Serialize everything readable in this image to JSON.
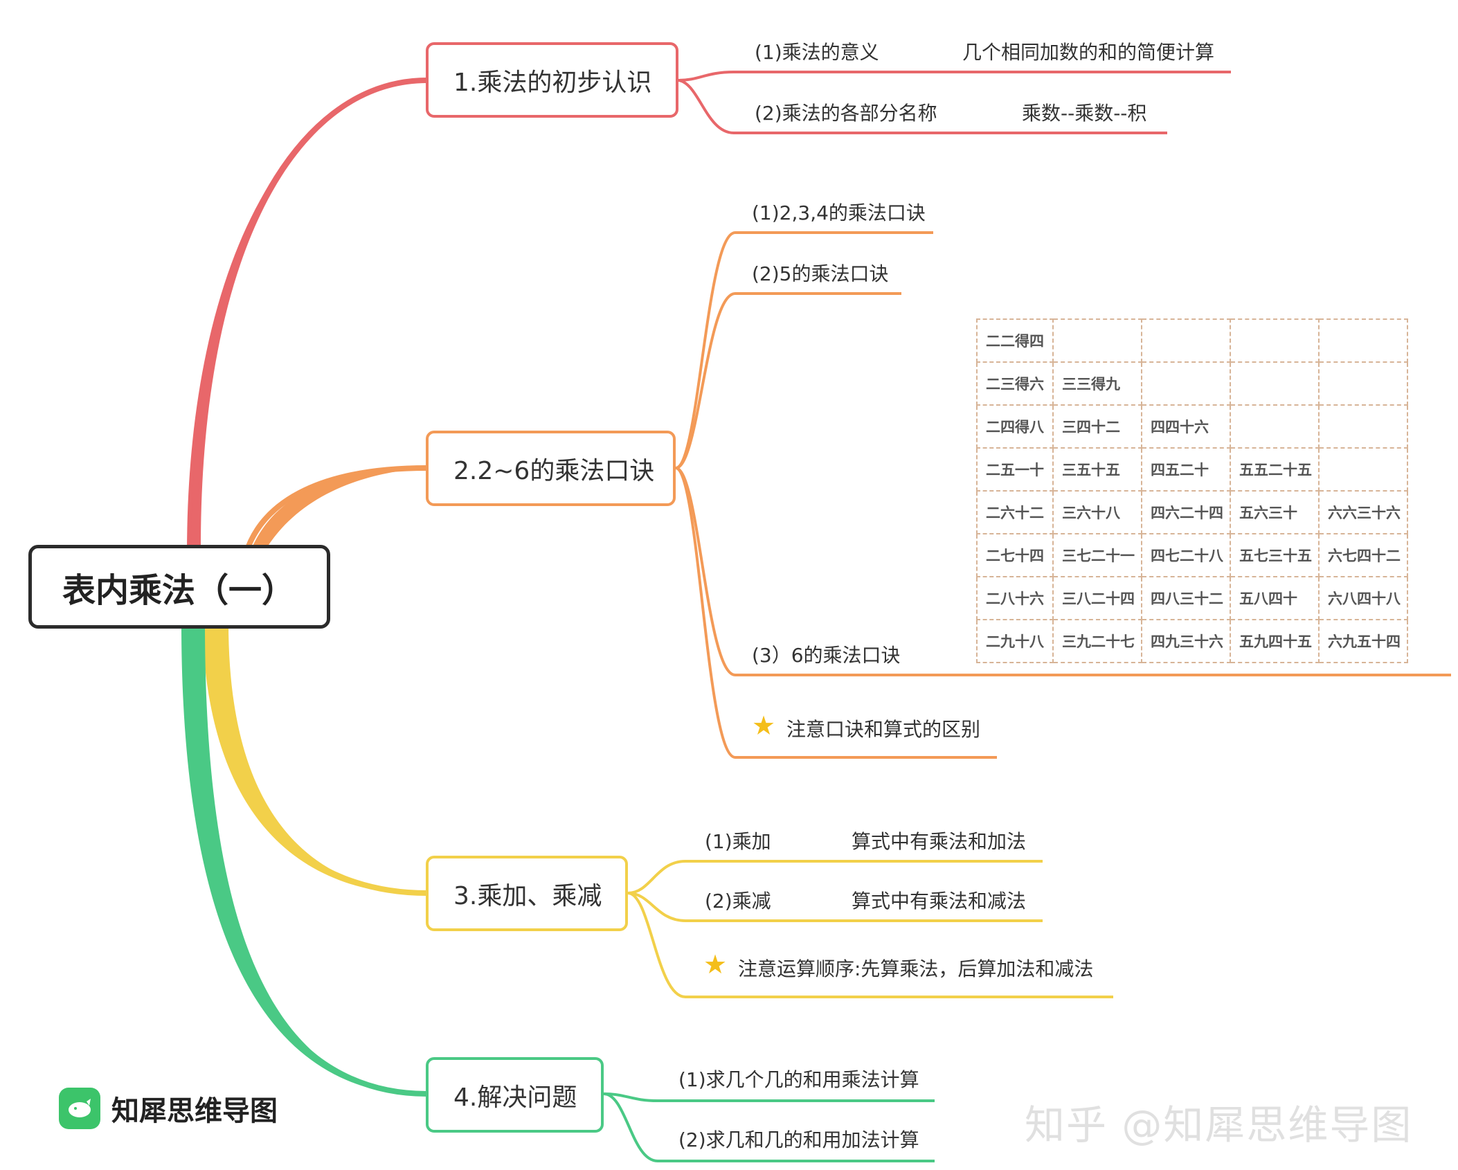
{
  "root": {
    "title": "表内乘法（一）"
  },
  "branches": [
    {
      "label": "1.乘法的初步认识",
      "color": "#e8676a",
      "items": [
        {
          "label": "(1)乘法的意义",
          "detail": "几个相同加数的和的简便计算"
        },
        {
          "label": "(2)乘法的各部分名称",
          "detail": "乘数--乘数--积"
        }
      ]
    },
    {
      "label": "2.2~6的乘法口诀",
      "color": "#f39a57",
      "items": [
        {
          "label": "(1)2,3,4的乘法口诀"
        },
        {
          "label": "(2)5的乘法口诀"
        },
        {
          "label": "(3）6的乘法口诀"
        },
        {
          "label": "注意口诀和算式的区别",
          "icon": "star-icon"
        }
      ],
      "table": [
        [
          "二二得四",
          "",
          "",
          "",
          ""
        ],
        [
          "二三得六",
          "三三得九",
          "",
          "",
          ""
        ],
        [
          "二四得八",
          "三四十二",
          "四四十六",
          "",
          ""
        ],
        [
          "二五一十",
          "三五十五",
          "四五二十",
          "五五二十五",
          ""
        ],
        [
          "二六十二",
          "三六十八",
          "四六二十四",
          "五六三十",
          "六六三十六"
        ],
        [
          "二七十四",
          "三七二十一",
          "四七二十八",
          "五七三十五",
          "六七四十二"
        ],
        [
          "二八十六",
          "三八二十四",
          "四八三十二",
          "五八四十",
          "六八四十八"
        ],
        [
          "二九十八",
          "三九二十七",
          "四九三十六",
          "五九四十五",
          "六九五十四"
        ]
      ]
    },
    {
      "label": "3.乘加、乘减",
      "color": "#f2d04a",
      "items": [
        {
          "label": "(1)乘加",
          "detail": "算式中有乘法和加法"
        },
        {
          "label": "(2)乘减",
          "detail": "算式中有乘法和减法"
        },
        {
          "label": "注意运算顺序:先算乘法，后算加法和减法",
          "icon": "star-icon"
        }
      ]
    },
    {
      "label": "4.解决问题",
      "color": "#4ac985",
      "items": [
        {
          "label": "(1)求几个几的和用乘法计算"
        },
        {
          "label": "(2)求几和几的和用加法计算"
        }
      ]
    }
  ],
  "brand": {
    "name": "知犀思维导图"
  },
  "watermark": "知乎 @知犀思维导图"
}
